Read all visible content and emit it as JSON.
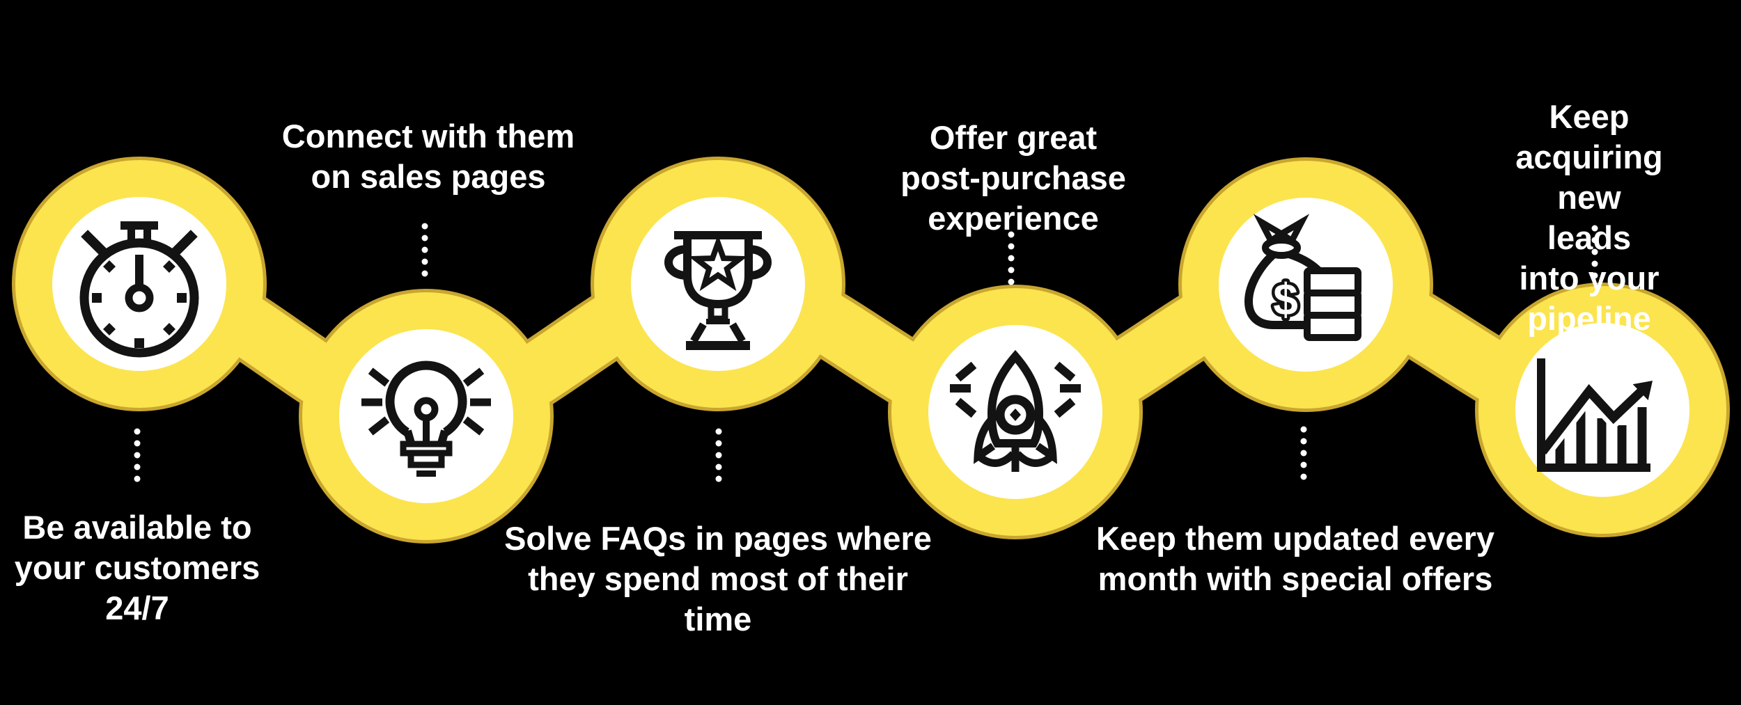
{
  "graphic": {
    "type": "process-timeline-infographic",
    "background_color": "#000000",
    "ribbon_color": "#FBE44E",
    "ribbon_edge_color": "#C9A62F",
    "node_fill_color": "#FFFFFF",
    "icon_color": "#131313",
    "text_color": "#FFFFFF"
  },
  "money_icon": {
    "currency_symbol": "$"
  },
  "steps": [
    {
      "icon": "stopwatch",
      "label": "Be available to your customers 24/7",
      "display": "Be available to\nyour customers\n24/7",
      "text_position": "below"
    },
    {
      "icon": "lightbulb",
      "label": "Connect with them on sales pages",
      "display": "Connect with them\non sales pages",
      "text_position": "above"
    },
    {
      "icon": "trophy",
      "label": "Solve FAQs in pages where they spend most of their time",
      "display": "Solve FAQs in pages where\nthey spend most of their\ntime",
      "text_position": "below"
    },
    {
      "icon": "rocket",
      "label": "Offer great post-purchase experience",
      "display": "Offer great\npost-purchase\nexperience",
      "text_position": "above"
    },
    {
      "icon": "money-bag",
      "label": "Keep them updated every month with special offers",
      "display": "Keep them updated every\nmonth with special offers",
      "text_position": "below"
    },
    {
      "icon": "bar-chart",
      "label": "Keep acquiring new leads into your pipeline",
      "display": "Keep acquiring new\nleads into your\npipeline",
      "text_position": "above"
    }
  ]
}
